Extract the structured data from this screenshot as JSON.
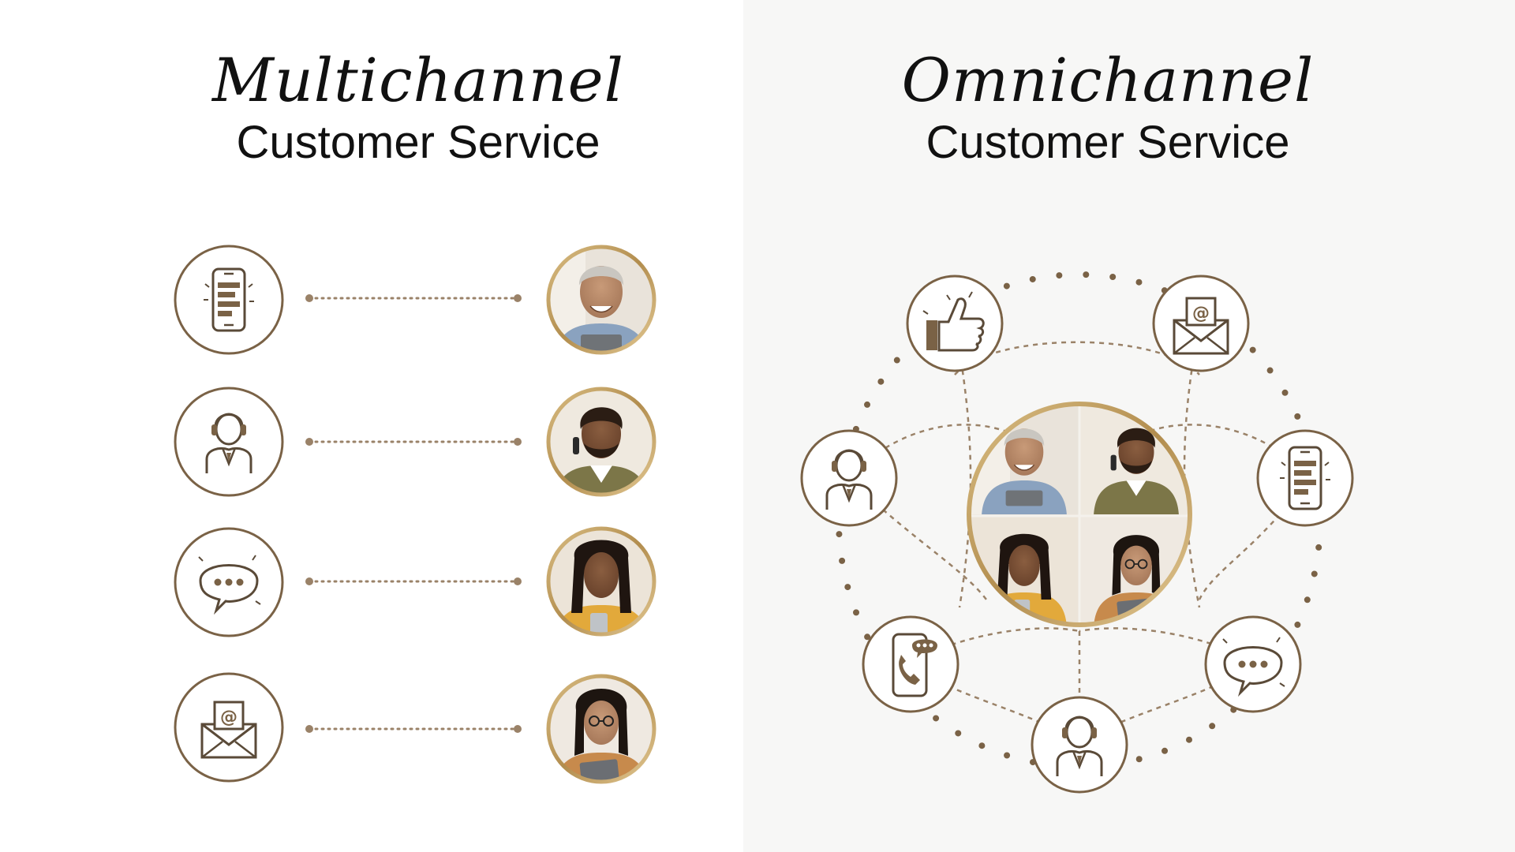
{
  "left_panel": {
    "title": "Multichannel",
    "subtitle": "Customer Service",
    "channels": [
      {
        "icon": "smartphone-chat-icon",
        "customer": "customer-older-man-tablet"
      },
      {
        "icon": "support-agent-headset-icon",
        "customer": "customer-man-phone"
      },
      {
        "icon": "chat-bubble-icon",
        "customer": "customer-woman-phone"
      },
      {
        "icon": "email-at-icon",
        "customer": "customer-woman-tablet"
      }
    ]
  },
  "right_panel": {
    "title": "Omnichannel",
    "subtitle": "Customer Service",
    "hub": "customer-group-photo",
    "channels": [
      {
        "icon": "thumbs-up-icon"
      },
      {
        "icon": "email-at-icon"
      },
      {
        "icon": "support-agent-headset-icon"
      },
      {
        "icon": "smartphone-chat-icon"
      },
      {
        "icon": "phone-call-chat-icon"
      },
      {
        "icon": "chat-bubble-icon"
      },
      {
        "icon": "support-agent-headset-icon"
      }
    ]
  },
  "colors": {
    "accent_gold": "#b28d4e",
    "icon_brown": "#5a4a38",
    "connector": "#9a8268",
    "left_bg": "#ffffff",
    "right_bg": "#f7f7f6"
  }
}
